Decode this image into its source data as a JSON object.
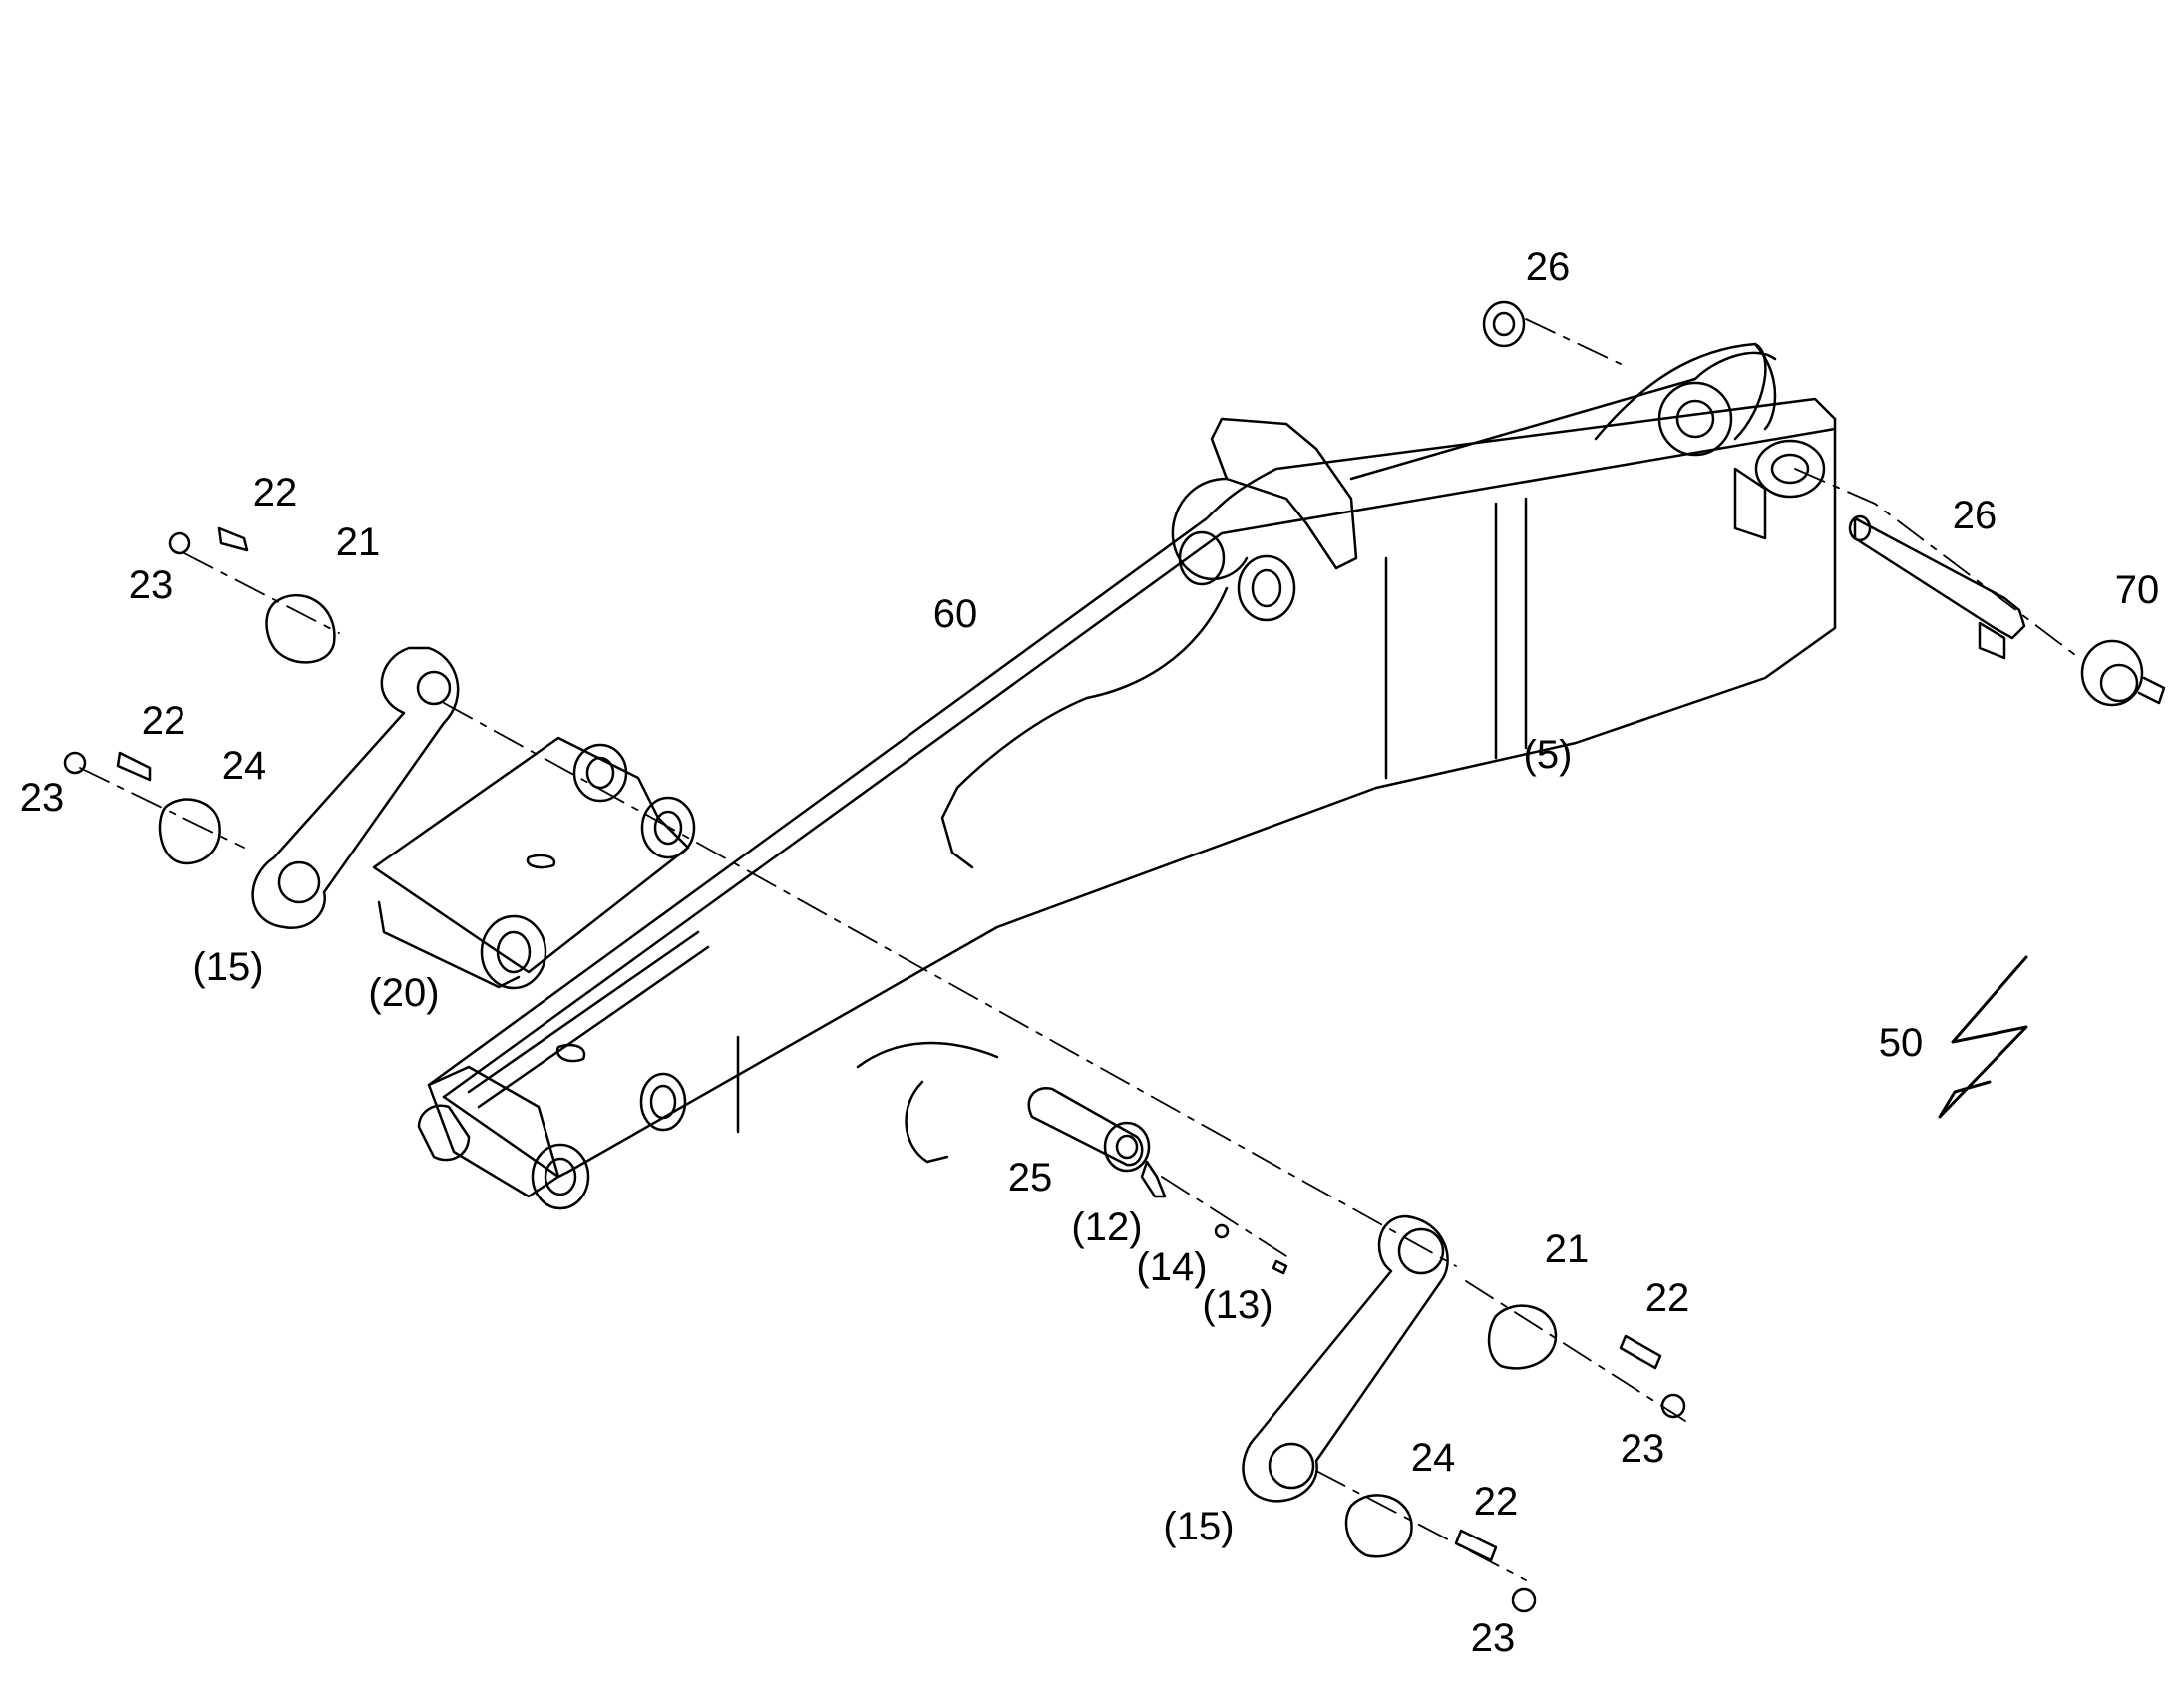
{
  "callouts": {
    "c26_top": "26",
    "c26_pin": "26",
    "c70": "70",
    "c60": "60",
    "c5": "(5)",
    "c22_a": "22",
    "c21_a": "21",
    "c23_a": "23",
    "c22_b": "22",
    "c24_a": "24",
    "c23_b": "23",
    "c15_a": "(15)",
    "c20": "(20)",
    "c25": "25",
    "c12": "(12)",
    "c14": "(14)",
    "c13": "(13)",
    "c21_b": "21",
    "c22_c": "22",
    "c23_c": "23",
    "c24_b": "24",
    "c22_d": "22",
    "c15_b": "(15)",
    "c23_d": "23",
    "c50": "50"
  },
  "colors": {
    "line": "#000000",
    "background": "#ffffff"
  },
  "icons": {
    "electrical_symbol": "lightning-bolt-icon"
  }
}
